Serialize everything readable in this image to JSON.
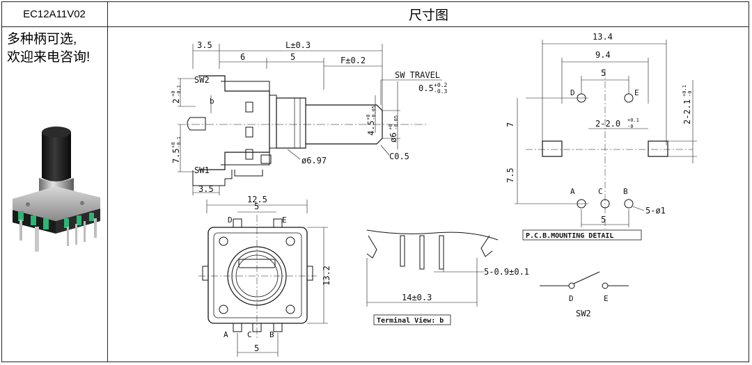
{
  "header": {
    "model": "EC12A11V02",
    "title": "尺寸图"
  },
  "note": {
    "line1": "多种柄可选,",
    "line2": "欢迎来电咨询!"
  },
  "side_view": {
    "dim_3_5_top": "3.5",
    "dim_L": "L±0.3",
    "dim_6": "6",
    "dim_5": "5",
    "dim_F": "F±0.2",
    "sw_travel": "SW TRAVEL",
    "sw_travel_value": "0.5",
    "sw_travel_tol_plus": "+0.2",
    "sw_travel_tol_minus": "-0.3",
    "sw2": "SW2",
    "sw1": "SW1",
    "dim_2": "2",
    "dim_2_tol_plus": "+0",
    "dim_2_tol_minus": "-0.1",
    "b_label": "b",
    "dim_7_5": "7.5",
    "dim_7_5_tol_plus": "+0",
    "dim_7_5_tol_minus": "-0.1",
    "dim_4_5": "4.5",
    "dim_4_5_tol_plus": "+0",
    "dim_4_5_tol_minus": "-0.05",
    "dim_phi6": "ø6",
    "dim_phi6_tol_plus": "+0",
    "dim_phi6_tol_minus": "-0.05",
    "chamfer": "C0.5",
    "dia_6_97": "ø6.97",
    "dim_3_5_bottom": "3.5"
  },
  "front_view": {
    "dim_12_5": "12.5",
    "dim_5_top": "5",
    "pin_d": "D",
    "pin_e": "E",
    "dim_13_2": "13.2",
    "pin_a": "A",
    "pin_c": "C",
    "pin_b": "B",
    "dim_5_bottom": "5"
  },
  "terminal_view": {
    "dim_5_0_9": "5-0.9±0.1",
    "dim_14": "14±0.3",
    "label": "Terminal View: b"
  },
  "pcb": {
    "dim_13_4": "13.4",
    "dim_9_4": "9.4",
    "dim_5_top": "5",
    "hole_d": "D",
    "hole_e": "E",
    "dim_2_1": "2-2.1",
    "dim_2_1_tol_plus": "+0.1",
    "dim_2_1_tol_minus": "-0",
    "dim_2_2_0": "2-2.0",
    "dim_2_2_0_tol_plus": "+0.1",
    "dim_2_2_0_tol_minus": "-0",
    "dim_7": "7",
    "dim_7_5": "7.5",
    "hole_a": "A",
    "hole_c": "C",
    "hole_b": "B",
    "dim_5_phi1": "5-ø1",
    "dim_5_bottom": "5",
    "detail_label": "P.C.B.MOUNTING DETAIL"
  },
  "switch": {
    "d": "D",
    "e": "E",
    "name": "SW2"
  }
}
